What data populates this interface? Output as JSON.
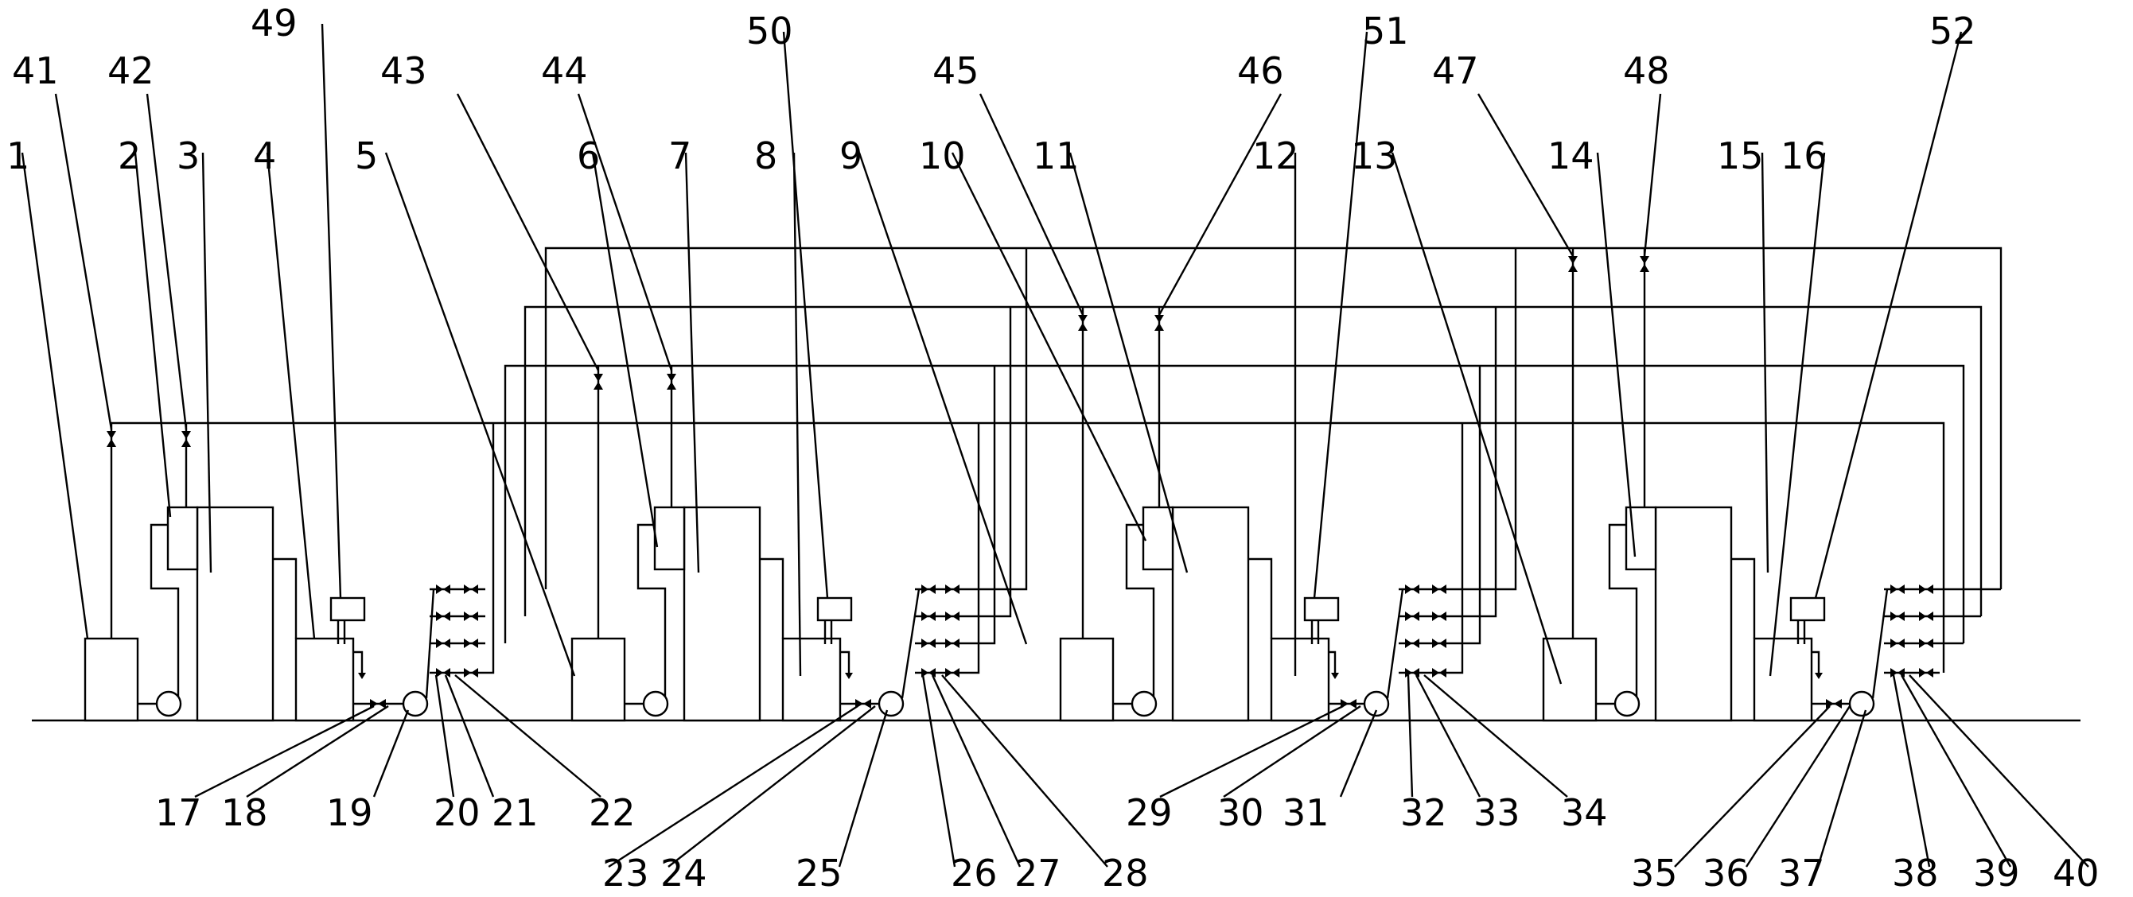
{
  "diagram": {
    "colors": {
      "line": "#000000",
      "background": "#ffffff"
    },
    "labels": {
      "n1": "1",
      "n2": "2",
      "n3": "3",
      "n4": "4",
      "n5": "5",
      "n6": "6",
      "n7": "7",
      "n8": "8",
      "n9": "9",
      "n10": "10",
      "n11": "11",
      "n12": "12",
      "n13": "13",
      "n14": "14",
      "n15": "15",
      "n16": "16",
      "n17": "17",
      "n18": "18",
      "n19": "19",
      "n20": "20",
      "n21": "21",
      "n22": "22",
      "n23": "23",
      "n24": "24",
      "n25": "25",
      "n26": "26",
      "n27": "27",
      "n28": "28",
      "n29": "29",
      "n30": "30",
      "n31": "31",
      "n32": "32",
      "n33": "33",
      "n34": "34",
      "n35": "35",
      "n36": "36",
      "n37": "37",
      "n38": "38",
      "n39": "39",
      "n40": "40",
      "n41": "41",
      "n42": "42",
      "n43": "43",
      "n44": "44",
      "n45": "45",
      "n46": "46",
      "n47": "47",
      "n48": "48",
      "n49": "49",
      "n50": "50",
      "n51": "51",
      "n52": "52"
    }
  }
}
